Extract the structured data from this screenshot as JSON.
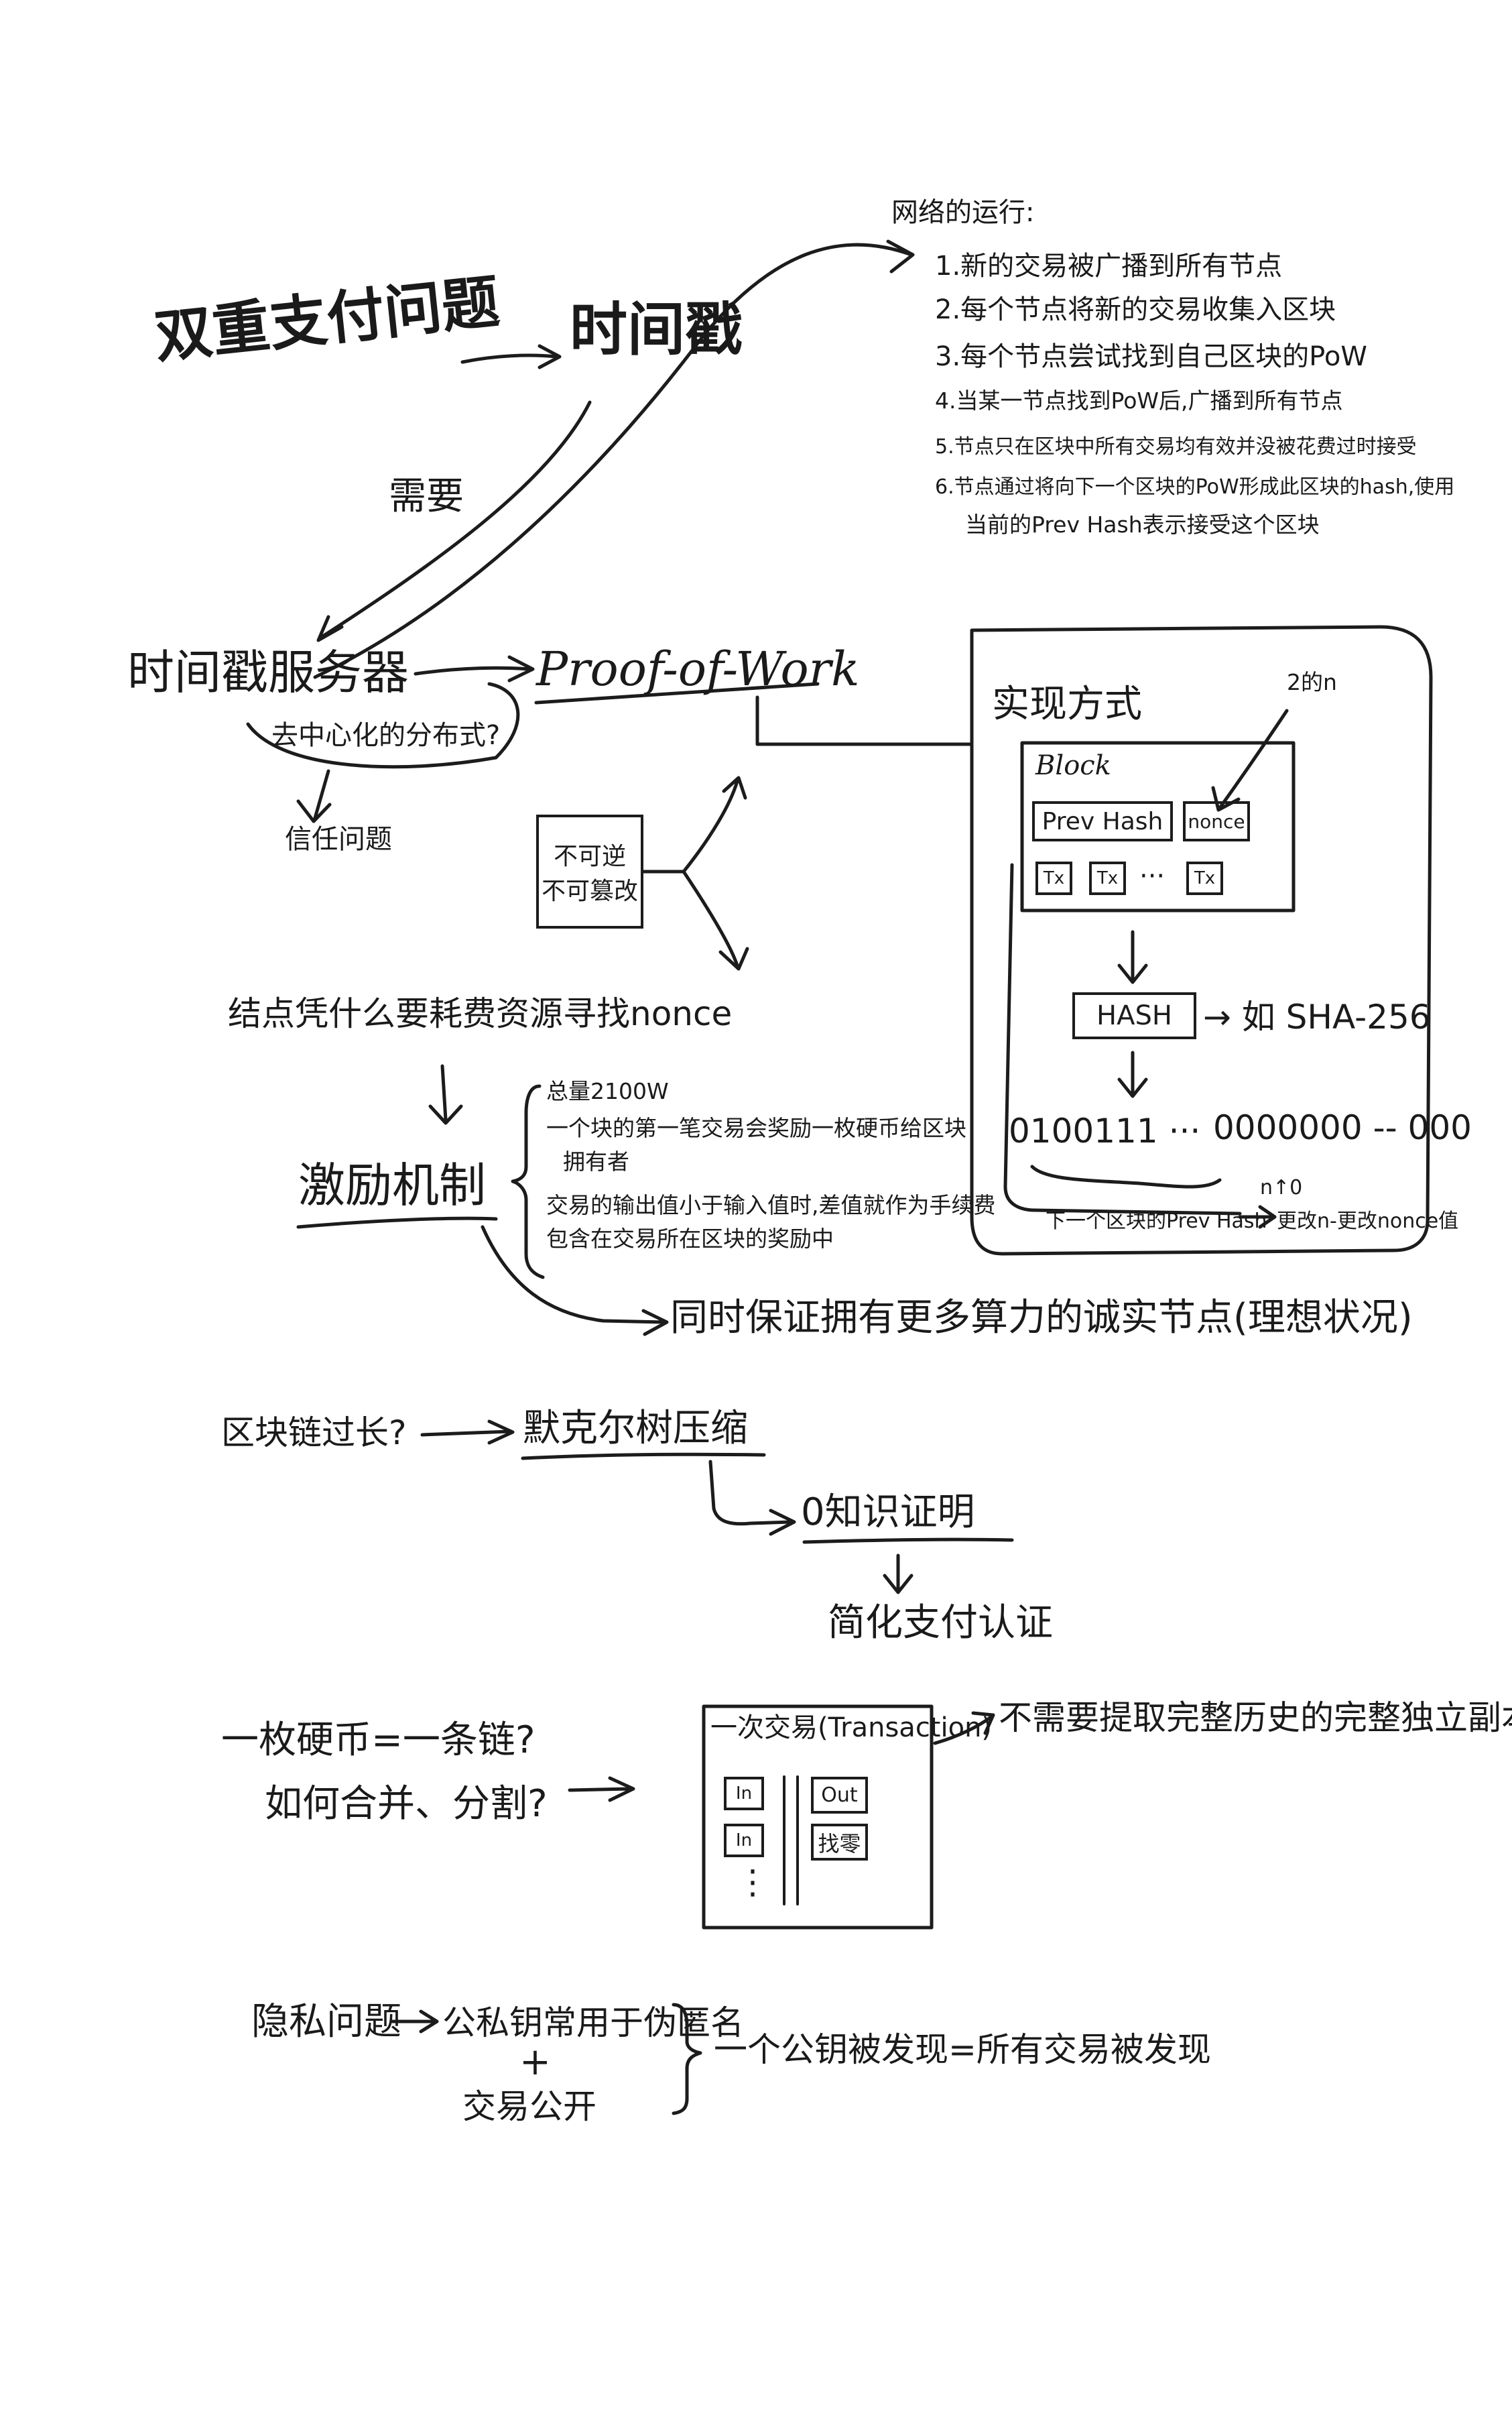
{
  "colors": {
    "ink": "#1c1c1c",
    "paper": "#ffffff"
  },
  "main": {
    "double_spend": "双重支付问题",
    "timestamp": "时间戳",
    "need": "需要",
    "timestamp_server": "时间戳服务器",
    "decentralize": "去中心化的分布式?",
    "trust_problem": "信任问题",
    "pow": "Proof-of-Work",
    "irreversible": "不可逆",
    "tamperproof": "不可篡改"
  },
  "network": {
    "title": "网络的运行:",
    "steps": [
      "1.新的交易被广播到所有节点",
      "2.每个节点将新的交易收集入区块",
      "3.每个节点尝试找到自己区块的PoW",
      "4.当某一节点找到PoW后,广播到所有节点",
      "5.节点只在区块中所有交易均有效并没被花费过时接受",
      "6.节点通过将向下一个区块的PoW形成此区块的hash,使用",
      "当前的Prev Hash表示接受这个区块"
    ]
  },
  "impl": {
    "title": "实现方式",
    "block": "Block",
    "prev_hash": "Prev Hash",
    "nonce": "nonce",
    "nonce_note": "2的n",
    "tx": "Tx",
    "ellipsis": "···",
    "hash": "HASH",
    "sha": "→ 如 SHA-256",
    "bits_left": "0100111 ···",
    "bits_right": "0000000 -- 000",
    "next_prev_hash": "下一个区块的Prev Hash",
    "n_up": "n↑0",
    "nonce_change": "更改n-更改nonce值"
  },
  "incentive": {
    "question": "结点凭什么要耗费资源寻找nonce",
    "title": "激励机制",
    "points": [
      "总量2100W",
      "一个块的第一笔交易会奖励一枚硬币给区块",
      "拥有者",
      "交易的输出值小于输入值时,差值就作为手续费",
      "包含在交易所在区块的奖励中"
    ],
    "result": "同时保证拥有更多算力的诚实节点(理想状况)"
  },
  "chain": {
    "question": "区块链过长?",
    "merkle": "默克尔树压缩",
    "zkp": "0知识证明",
    "spv": "简化支付认证"
  },
  "coin": {
    "q1": "一枚硬币=一条链?",
    "q2": "如何合并、分割?",
    "tx_title": "一次交易(Transaction)",
    "in": "In",
    "out": "Out",
    "change": "找零",
    "dots": "⋮",
    "no_need": "不需要提取完整历史的完整独立副本"
  },
  "privacy": {
    "title": "隐私问题",
    "keys": "公私钥常用于伪匿名",
    "plus": "+",
    "public": "交易公开",
    "result": "一个公钥被发现=所有交易被发现"
  }
}
